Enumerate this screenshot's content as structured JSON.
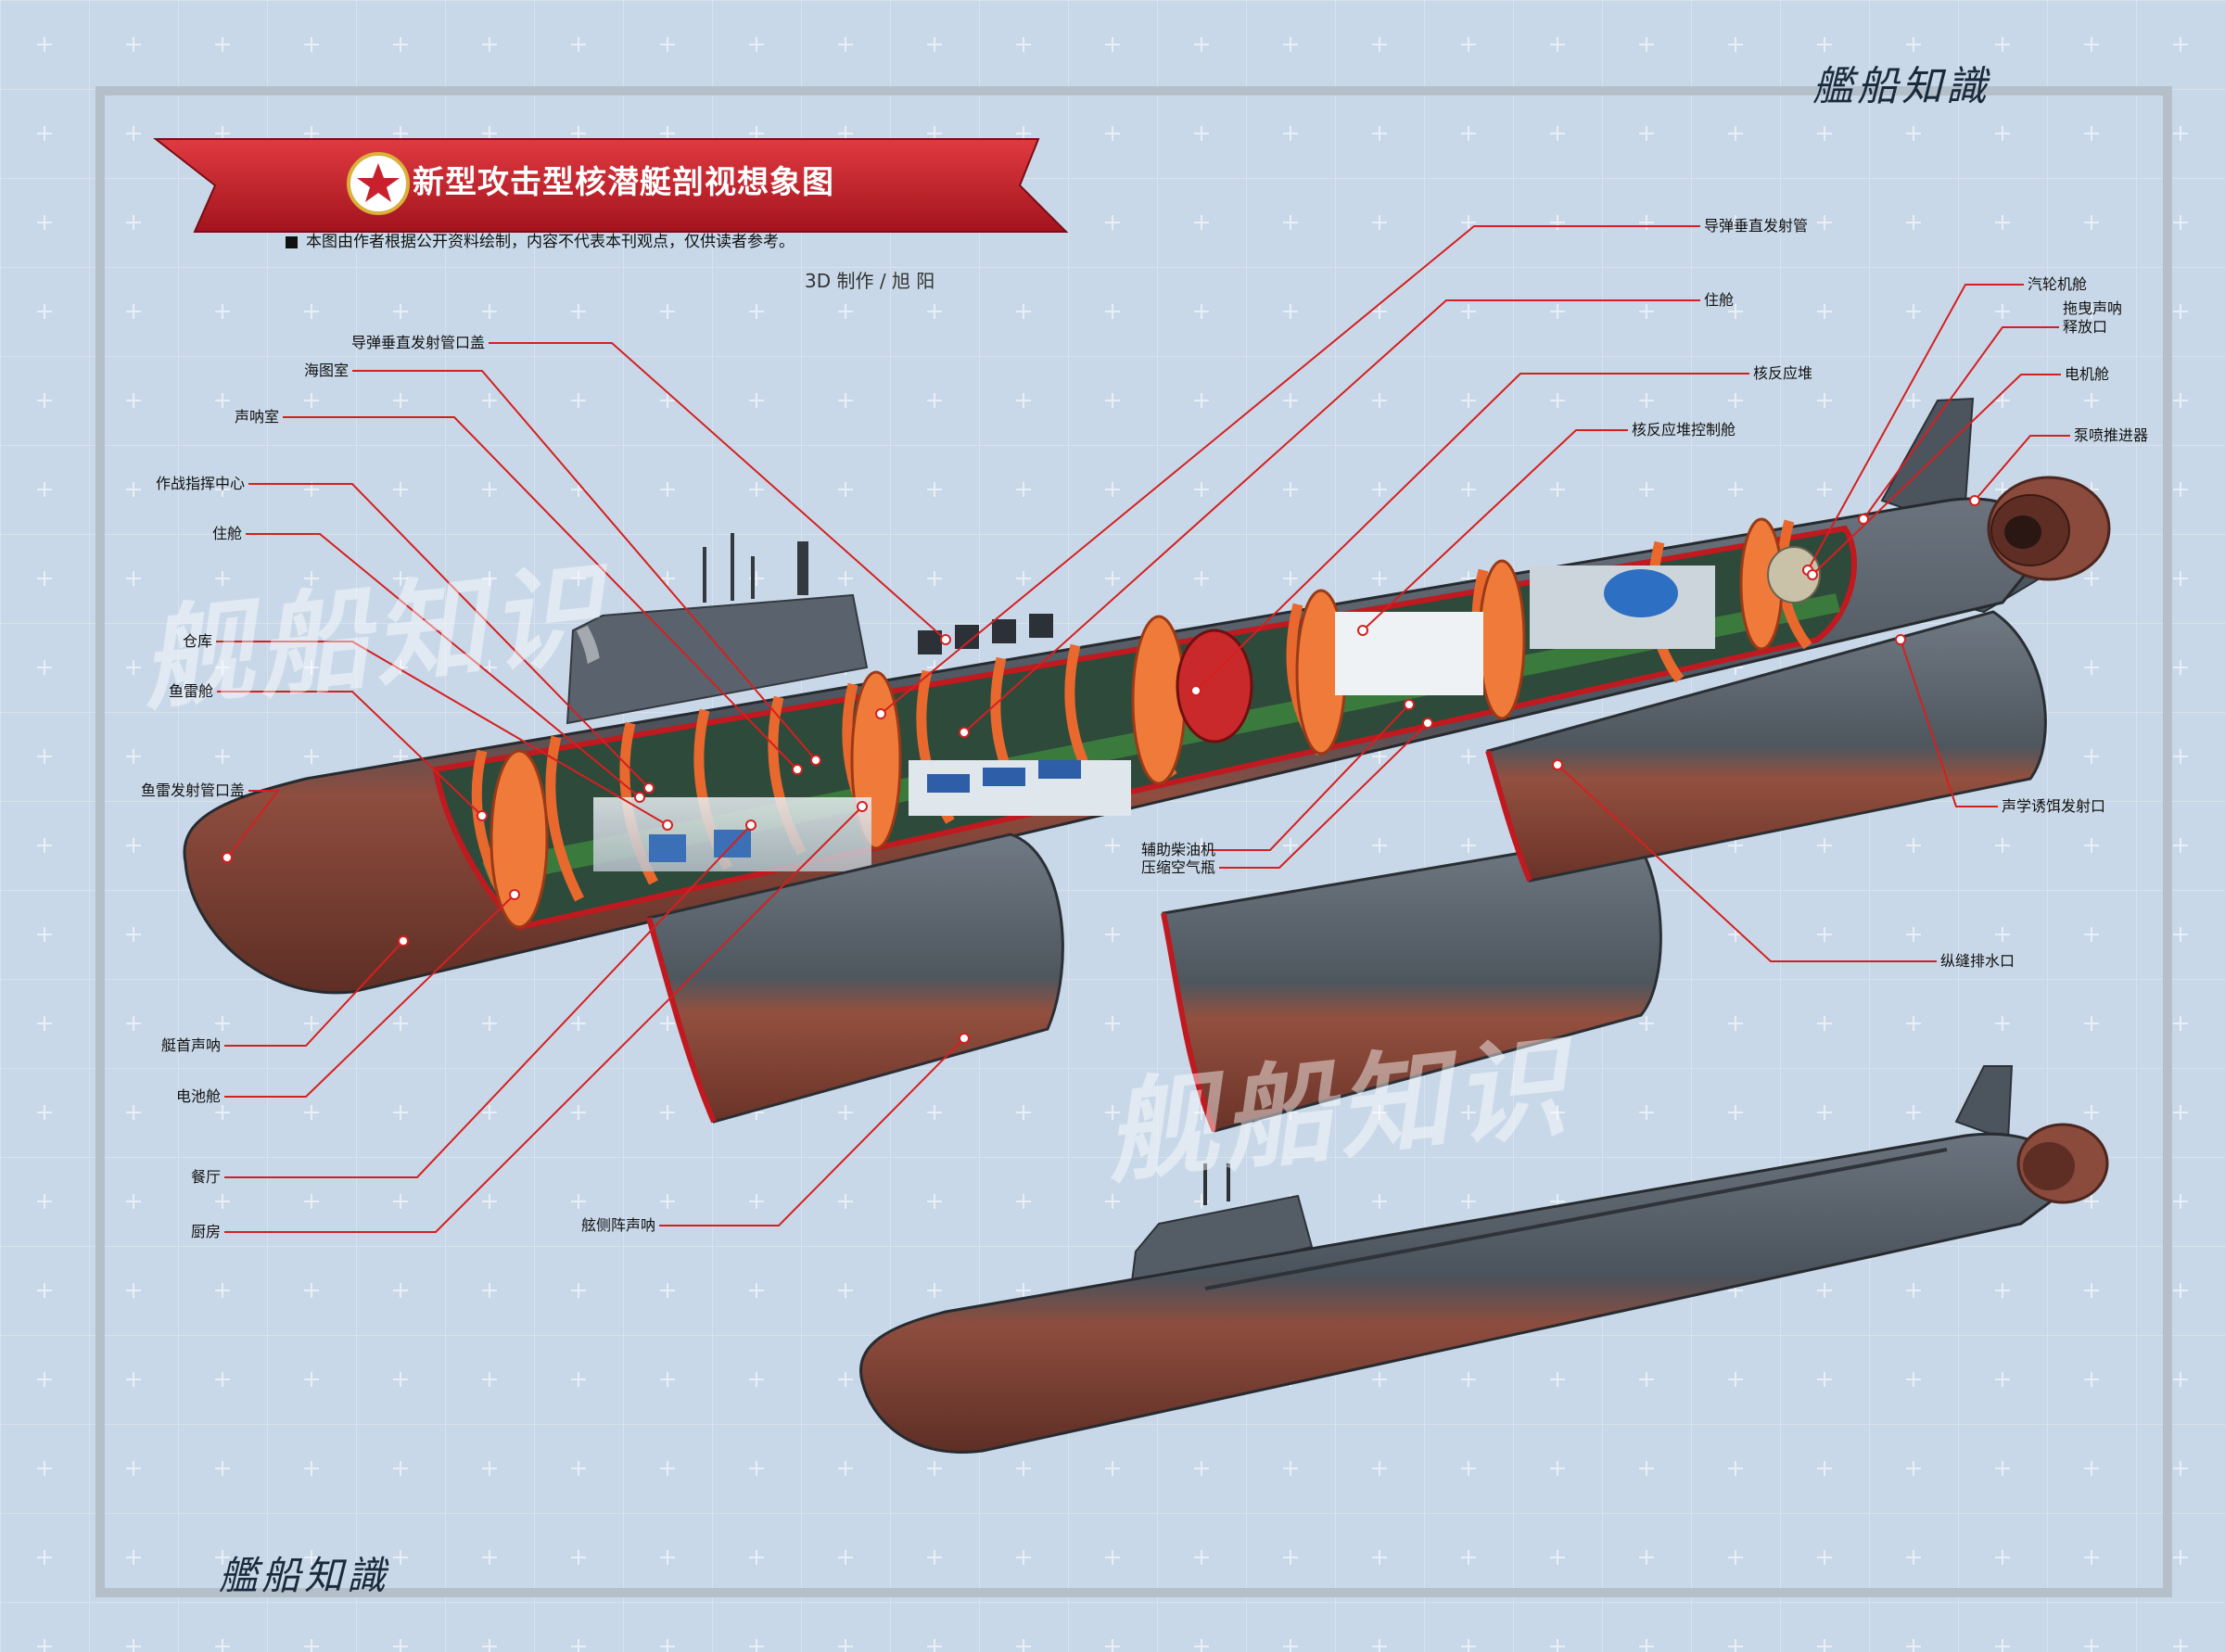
{
  "header": {
    "title": "新型攻击型核潜艇剖视想象图",
    "note": "本图由作者根据公开资料绘制，内容不代表本刊观点，仅供读者参考。",
    "credit": "3D 制作 / 旭 阳"
  },
  "brand": {
    "top": "艦船知識",
    "bottom": "艦船知識"
  },
  "watermark": {
    "text": "舰船知识"
  },
  "labels_left": [
    "导弹垂直发射管口盖",
    "海图室",
    "声呐室",
    "作战指挥中心",
    "住舱",
    "仓库",
    "鱼雷舱",
    "鱼雷发射管口盖",
    "艇首声呐",
    "电池舱",
    "餐厅",
    "厨房"
  ],
  "labels_right": [
    "导弹垂直发射管",
    "住舱",
    "核反应堆",
    "核反应堆控制舱",
    "汽轮机舱",
    "拖曳声呐",
    "释放口",
    "电机舱",
    "泵喷推进器",
    "声学诱饵发射口",
    "纵缝排水口"
  ],
  "labels_center": [
    "辅助柴油机",
    "压缩空气瓶",
    "舷侧阵声呐"
  ],
  "colors": {
    "background": "#c9d8e8",
    "hull_upper": "#4d5660",
    "hull_lower": "#8a4a3c",
    "frame_orange": "#e8682e",
    "title_banner": "#c8202c",
    "leader_line": "#d42020"
  }
}
